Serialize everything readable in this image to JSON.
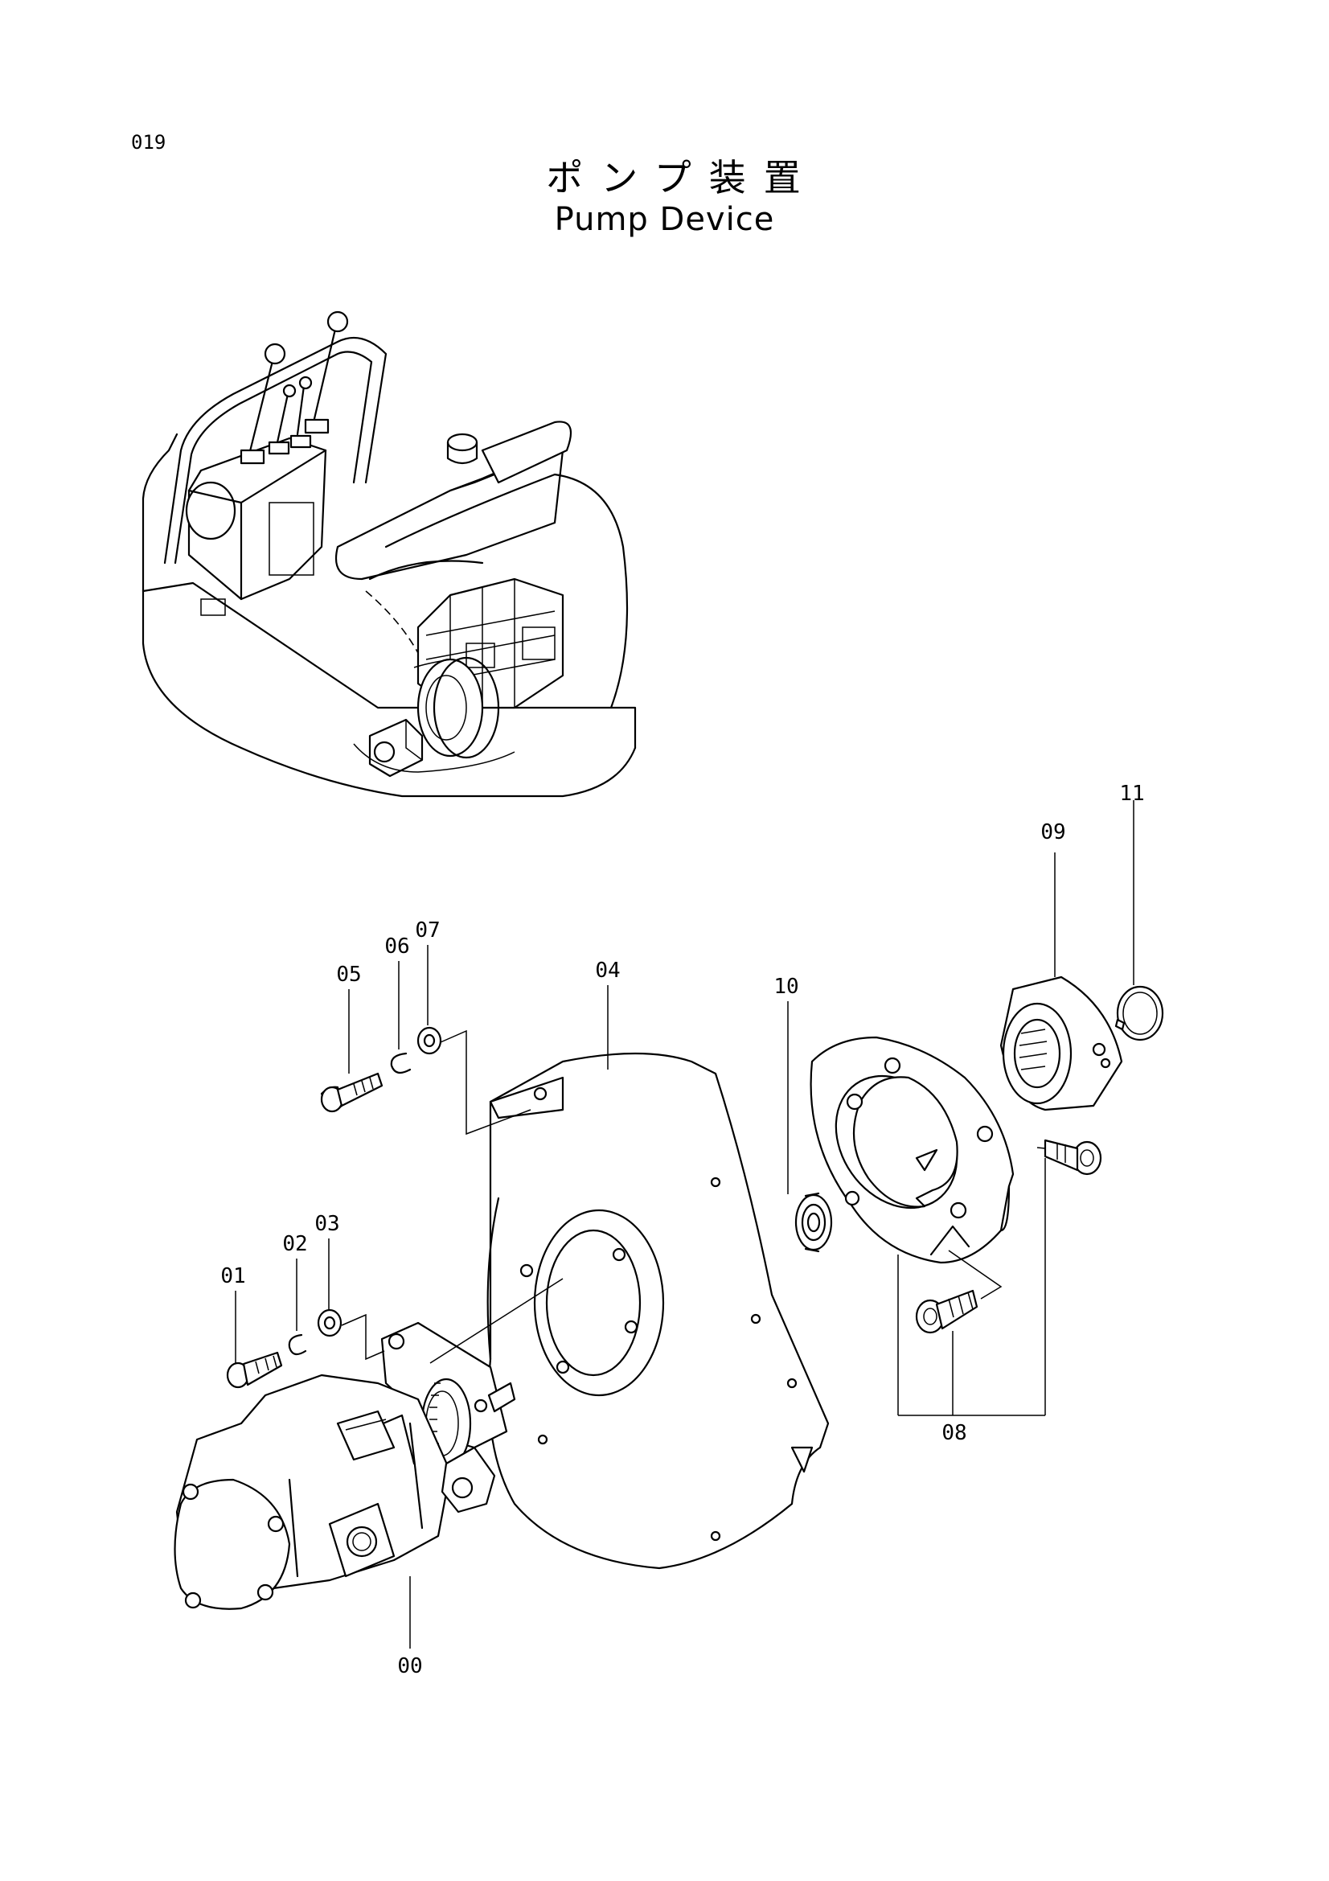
{
  "page": {
    "number": "019",
    "title_jp": "ポンプ装置",
    "title_en": "Pump Device"
  },
  "parts": {
    "p00": "00",
    "p01": "01",
    "p02": "02",
    "p03": "03",
    "p04": "04",
    "p05": "05",
    "p06": "06",
    "p07": "07",
    "p08": "08",
    "p09": "09",
    "p10": "10",
    "p11": "11"
  }
}
